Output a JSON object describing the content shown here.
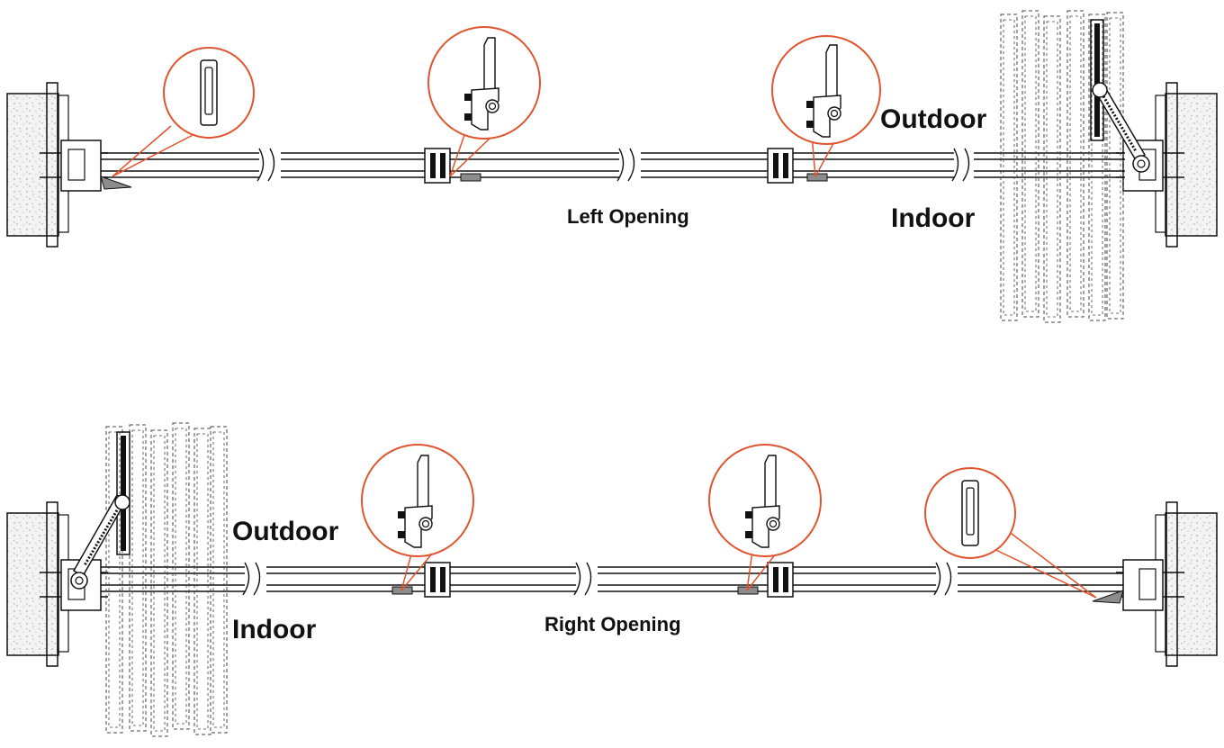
{
  "colors": {
    "line": "#111111",
    "callout": "#e0542e",
    "wall_fill": "#f3f3f3",
    "wall_speck": "#9a9a9a",
    "dashed": "#444444",
    "handle_fill": "#8c8c8c"
  },
  "diagram_top": {
    "caption": "Left Opening",
    "outdoor": "Outdoor",
    "indoor": "Indoor"
  },
  "diagram_bottom": {
    "caption": "Right Opening",
    "outdoor": "Outdoor",
    "indoor": "Indoor"
  },
  "icons": {
    "wall": "concrete-wall-section",
    "hinge_arm": "friction-stay-arm",
    "lock_detail": "lock-handle-detail",
    "pull_detail": "flush-pull-detail"
  }
}
